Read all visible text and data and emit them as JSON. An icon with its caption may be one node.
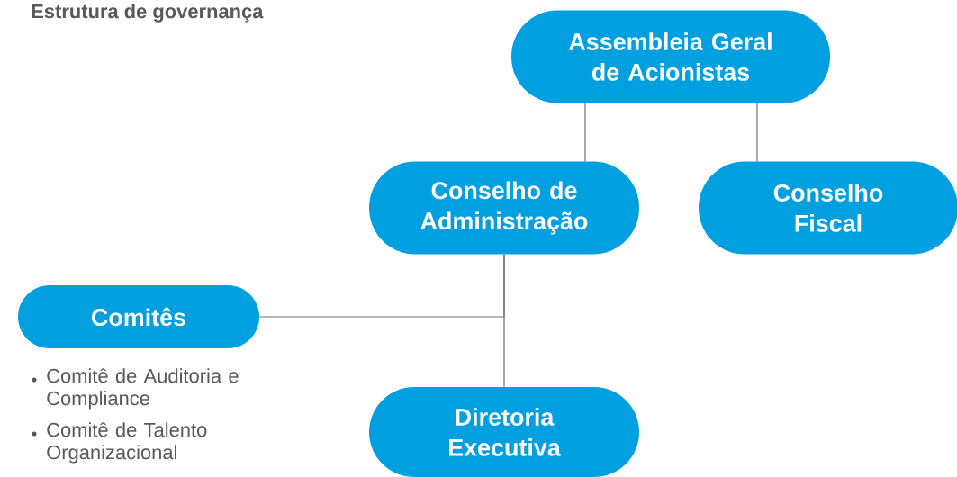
{
  "diagram": {
    "title": "Estrutura de governança",
    "nodes": [
      {
        "text": [
          "Assembleia Geral de Acionistas"
        ]
      },
      {
        "text": [
          "Conselho de Administração"
        ]
      },
      {
        "text": [
          "Conselho Fiscal"
        ]
      },
      {
        "text": [
          "Comitês"
        ],
        "beside": [
          "Comitê de Auditoria e Compliance",
          "Comitê de Talento Organizacional"
        ]
      },
      {
        "text": [
          "Diretoria Executiva"
        ]
      }
    ],
    "edges": [
      {
        "from": 0,
        "to": 1,
        "arrow": "none"
      },
      {
        "from": 0,
        "to": 2,
        "arrow": "none"
      },
      {
        "from": 1,
        "to": 3,
        "arrow": "none"
      },
      {
        "from": 1,
        "to": 4,
        "arrow": "none"
      }
    ]
  }
}
